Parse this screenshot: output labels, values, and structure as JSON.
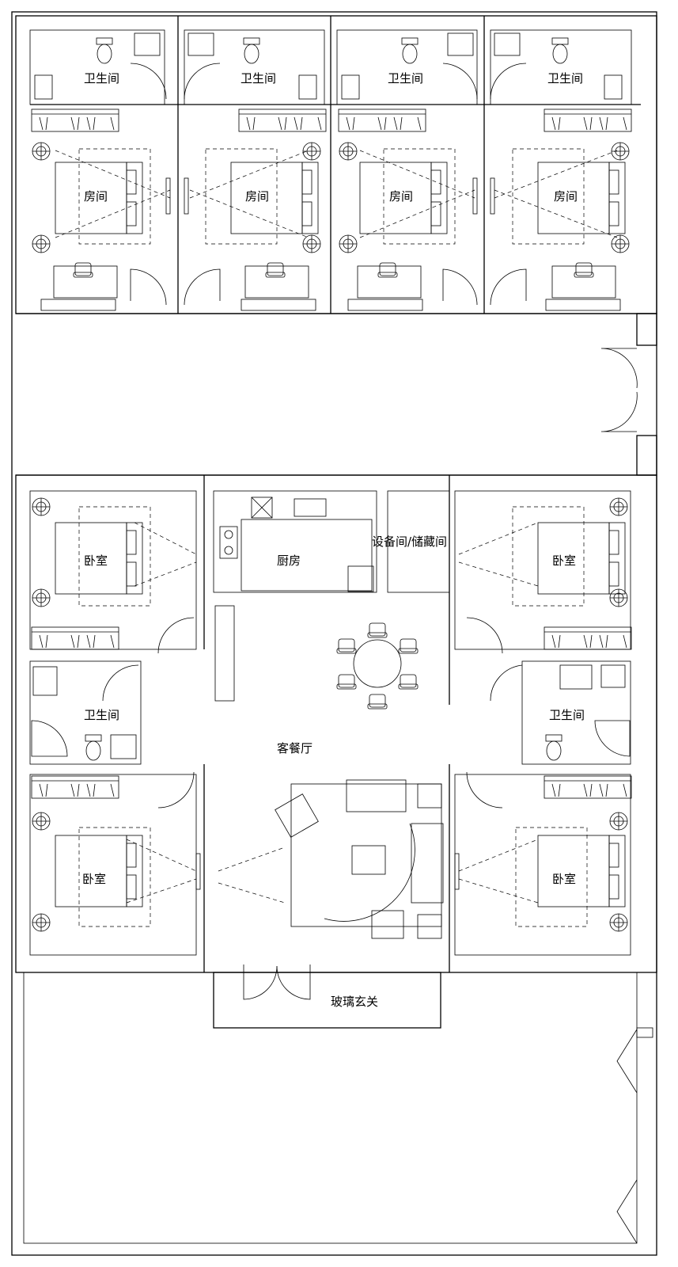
{
  "rooms": {
    "bath_1": "卫生间",
    "bath_2": "卫生间",
    "bath_3": "卫生间",
    "bath_4": "卫生间",
    "guest_room_1": "房间",
    "guest_room_2": "房间",
    "guest_room_3": "房间",
    "guest_room_4": "房间",
    "bedroom_nw": "卧室",
    "bedroom_ne": "卧室",
    "bedroom_sw": "卧室",
    "bedroom_se": "卧室",
    "kitchen": "厨房",
    "equipment_storage": "设备间/储藏间",
    "bath_w": "卫生间",
    "bath_e": "卫生间",
    "living_dining": "客餐厅",
    "glass_foyer": "玻璃玄关"
  }
}
